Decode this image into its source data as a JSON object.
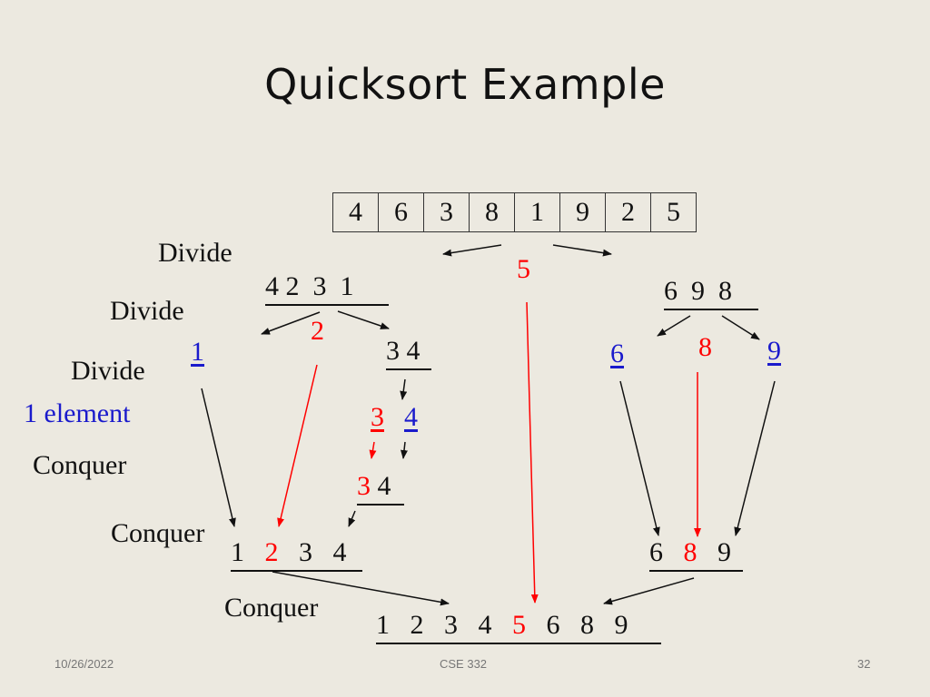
{
  "title": "Quicksort Example",
  "initial_array": [
    "4",
    "6",
    "3",
    "8",
    "1",
    "9",
    "2",
    "5"
  ],
  "labels": {
    "divide1": "Divide",
    "divide2": "Divide",
    "divide3": "Divide",
    "one_element": "1 element",
    "conquer1": "Conquer",
    "conquer2": "Conquer",
    "conquer3": "Conquer"
  },
  "pivot_main": "5",
  "left_part": "4 2  3  1",
  "right_part": "6  9  8",
  "pivot_left": "2",
  "pivot_right": "8",
  "left_left": "1",
  "left_right": "3 4",
  "right_left": "6",
  "right_right": "9",
  "split34_a": "3",
  "split34_b": "4",
  "merged34_a": "3",
  "merged34_b": "4",
  "sorted_left": [
    "1",
    "2",
    "3",
    "4"
  ],
  "sorted_right": [
    "6",
    "8",
    "9"
  ],
  "final": [
    "1",
    "2",
    "3",
    "4",
    "5",
    "6",
    "8",
    "9"
  ],
  "footer": {
    "date": "10/26/2022",
    "course": "CSE 332",
    "page": "32"
  },
  "colors": {
    "pivot": "#ff0000",
    "singleton": "#1a1acc",
    "background": "#ece9e0"
  }
}
